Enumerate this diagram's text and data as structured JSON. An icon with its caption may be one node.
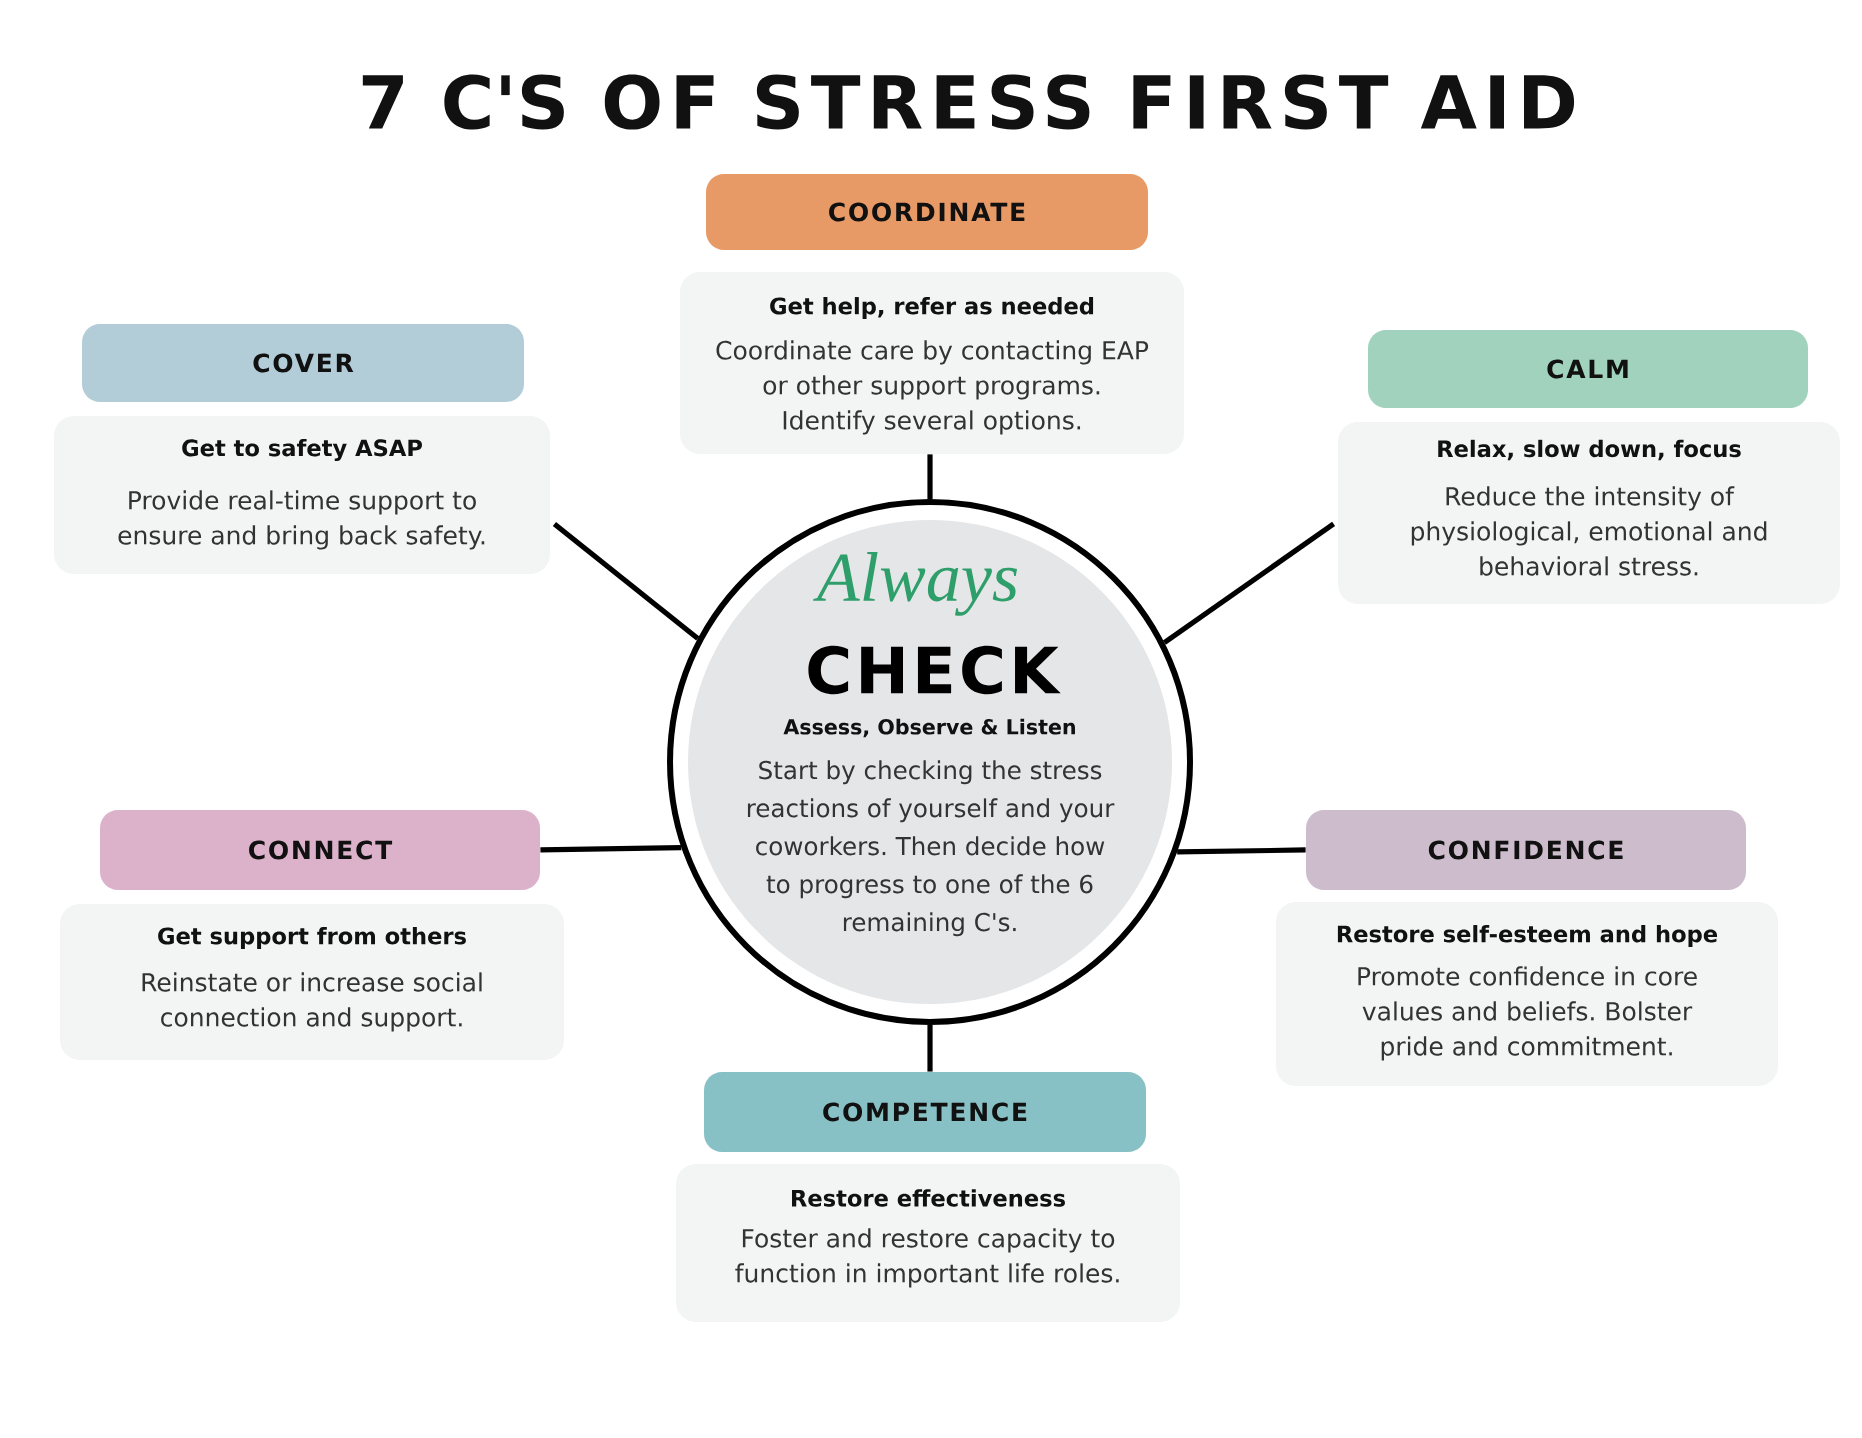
{
  "diagram": {
    "title": "7 C'S OF STRESS FIRST AID",
    "nodes": [
      {
        "text": [
          "COORDINATE"
        ]
      },
      {
        "text": [
          "Get help, refer as needed",
          "Coordinate care by contacting EAP or other support programs. Identify several options."
        ]
      },
      {
        "text": [
          "COVER"
        ]
      },
      {
        "text": [
          "Get to safety ASAP",
          "Provide real-time support to ensure and bring back safety."
        ]
      },
      {
        "text": [
          "CALM"
        ]
      },
      {
        "text": [
          "Relax, slow down, focus",
          "Reduce the intensity of physiological, emotional and behavioral stress."
        ]
      },
      {
        "text": [
          "Always",
          "CHECK",
          "Assess, Observe & Listen",
          "Start by checking the stress reactions of yourself and your coworkers. Then decide how to progress to one of the 6 remaining C's."
        ]
      },
      {
        "text": [
          "CONNECT"
        ]
      },
      {
        "text": [
          "Get support from others",
          "Reinstate or increase social connection and support."
        ]
      },
      {
        "text": [
          "CONFIDENCE"
        ]
      },
      {
        "text": [
          "Restore self-esteem and hope",
          "Promote confidence in core values and beliefs. Bolster pride and commitment."
        ]
      },
      {
        "text": [
          "COMPETENCE"
        ]
      },
      {
        "text": [
          "Restore effectiveness",
          "Foster and restore capacity to function in important life roles."
        ]
      }
    ],
    "edges": [
      {
        "from": 6,
        "to": 1,
        "arrow": "none"
      },
      {
        "from": 6,
        "to": 3,
        "arrow": "none"
      },
      {
        "from": 6,
        "to": 5,
        "arrow": "none"
      },
      {
        "from": 6,
        "to": 7,
        "arrow": "none"
      },
      {
        "from": 6,
        "to": 9,
        "arrow": "none"
      },
      {
        "from": 6,
        "to": 11,
        "arrow": "none"
      }
    ]
  }
}
